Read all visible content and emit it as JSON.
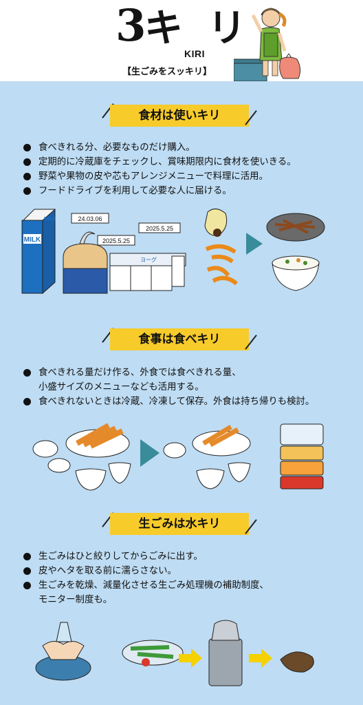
{
  "header": {
    "logo_number": "3",
    "logo_ki": "キ",
    "logo_kiri": "KIRI",
    "logo_ri": "リ",
    "subtitle": "【生ごみをスッキリ】"
  },
  "sections": [
    {
      "title": "食材は使いキリ",
      "bullets": [
        "食べきれる分、必要なものだけ購入。",
        "定期的に冷蔵庫をチェックし、賞味期限内に食材を使いきる。",
        "野菜や果物の皮や芯もアレンジメニューで料理に活用。",
        "フードドライブを利用して必要な人に届ける。"
      ],
      "illustration_text": {
        "milk_label": "MILK",
        "milk_label_small": "MILK",
        "date_1": "24.03.06",
        "date_2": "2025.5.25",
        "date_3": "2025.5.25",
        "yogurt_label": "ヨーグ"
      }
    },
    {
      "title": "食事は食べキリ",
      "bullets": [
        "食べきれる量だけ作る、外食では食べきれる量、",
        "食べきれないときは冷蔵、冷凍して保存。外食は持ち帰りも検討。"
      ],
      "bullet_1_line2": "小盛サイズのメニューなども活用する。"
    },
    {
      "title": "生ごみは水キリ",
      "bullets": [
        "生ごみはひと絞りしてからごみに出す。",
        "皮やヘタを取る前に濡らさない。",
        "生ごみを乾燥、減量化させる生ごみ処理機の補助制度、"
      ],
      "bullet_3_line2": "モニター制度も。"
    }
  ],
  "colors": {
    "background": "#bedcf3",
    "header_bg": "#ffffff",
    "title_yellow": "#f7cb2a",
    "arrow_teal": "#3a8c9a",
    "arrow_yellow": "#f5d100"
  }
}
